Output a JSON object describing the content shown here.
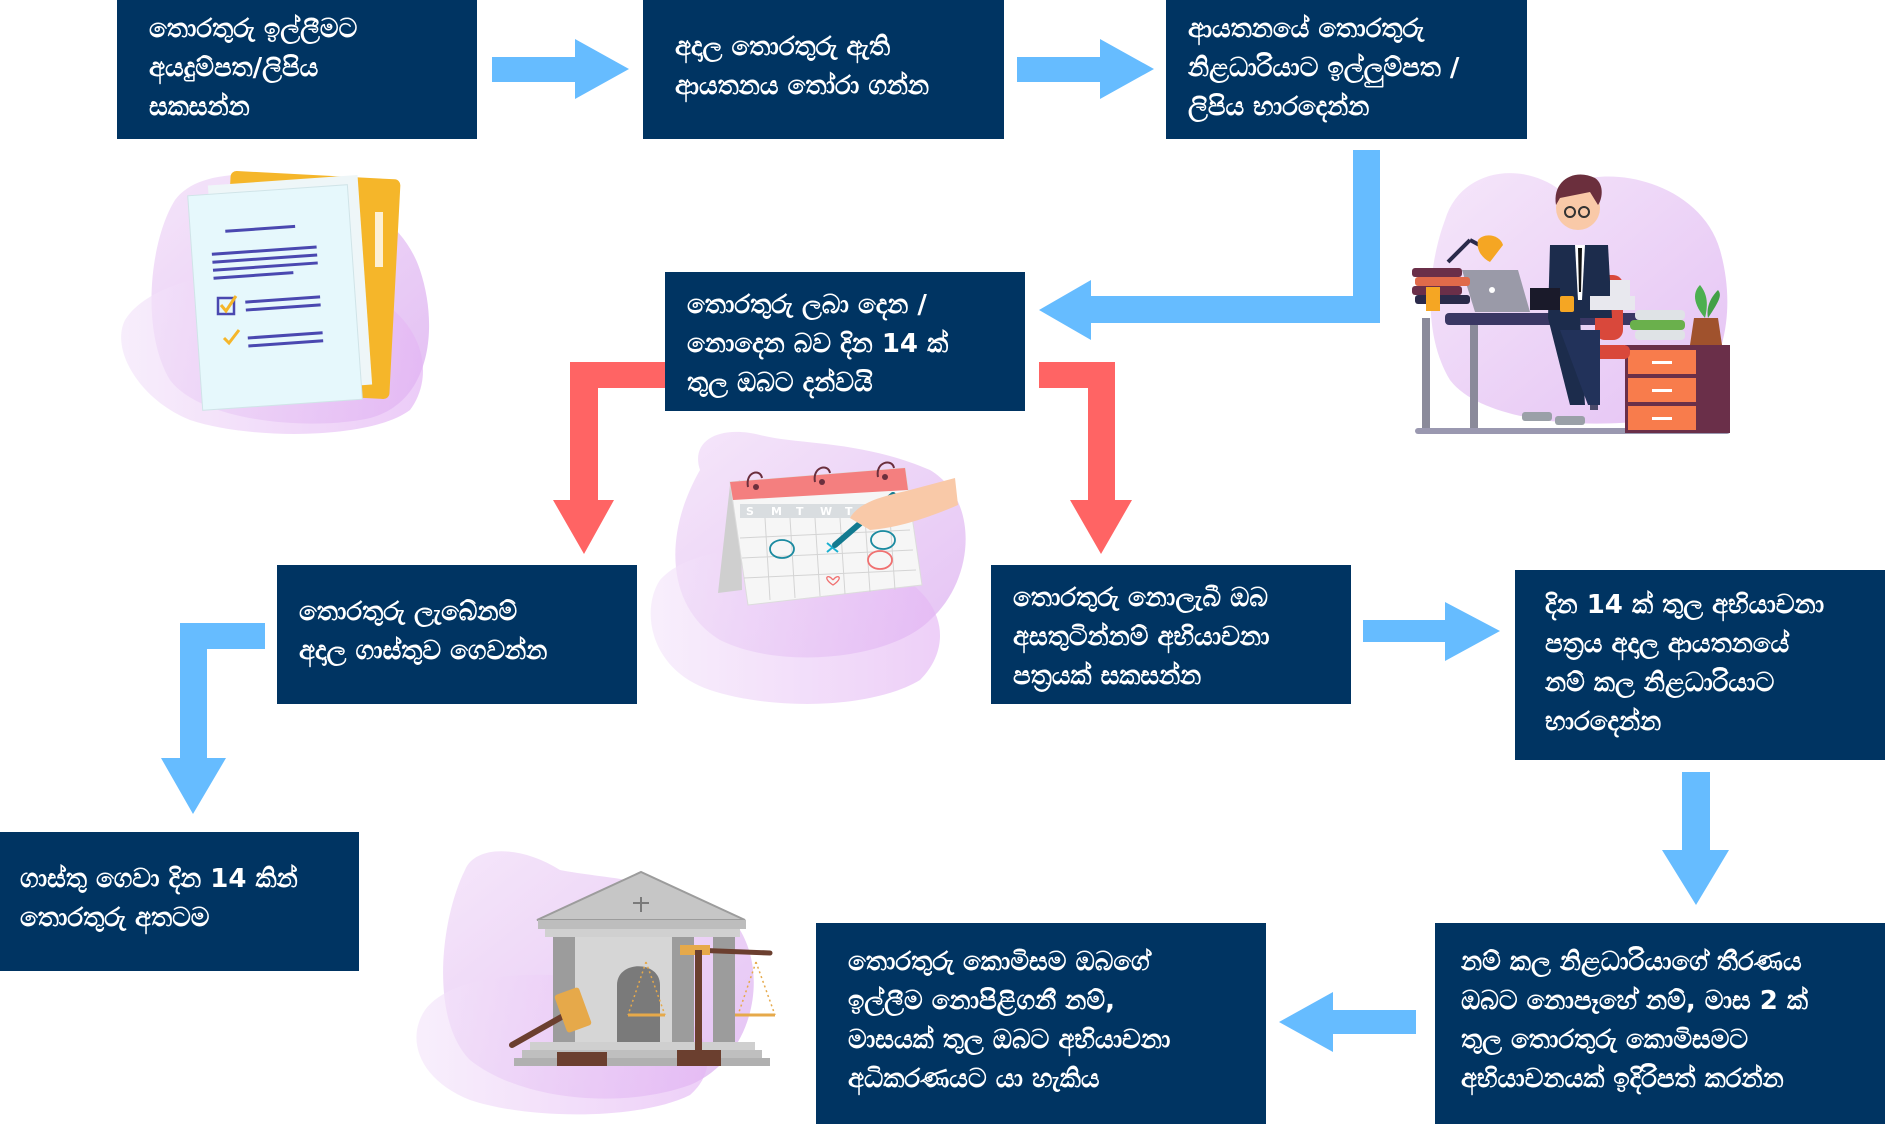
{
  "title": "Right to Information request process flowchart (Sinhala)",
  "colors": {
    "box_bg": "#003462",
    "box_text": "#ffffff",
    "arrow_blue": "#66bcff",
    "arrow_red": "#ff6464",
    "blob_purple": "#e3b8f3"
  },
  "steps": [
    {
      "id": "step-1",
      "text": "තොරතුරු ඉල්ලීමට\nඅයදුම්පත/ලිපිය\nසකසන්න"
    },
    {
      "id": "step-2",
      "text": "අදාල තොරතුරු ඇති\nආයතනය තෝරා ගන්න"
    },
    {
      "id": "step-3",
      "text": "ආයතනයේ තොරතුරු\nනිළධාරියාට ඉල්ලුම්පත /\nලිපිය භාරදෙන්න"
    },
    {
      "id": "step-4",
      "text": "තොරතුරු ලබා දෙන /\nනොදෙන බව දින 14 ක්\nතුල ඔබට දන්වයි"
    },
    {
      "id": "step-5",
      "text": "තොරතුරු ලැබේනම්\nඅදාල ගාස්තුව ගෙවන්න"
    },
    {
      "id": "step-6",
      "text": "තොරතුරු නොලැබී ඔබ\nඅසතුටින්නම් අභියාචනා\nපත්‍රයක් සකසන්න"
    },
    {
      "id": "step-7",
      "text": "දින 14 ක් තුල අභියාචනා\nපත්‍රය අදාල ආයතනයේ\nනම් කල නිළධාරියාට\nභාරදෙන්න"
    },
    {
      "id": "step-8",
      "text": "ගාස්තු ගෙවා දින 14 කින්\nතොරතුරු අතටම"
    },
    {
      "id": "step-9",
      "text": "තොරතුරු කොමිසම ඔබගේ\nඉල්ලීම නොපිළිගනී නම්,\nමාසයක් තුල ඔබට අභියාචනා\nඅධිකරණයට යා හැකිය"
    },
    {
      "id": "step-10",
      "text": "නම් කල නිළධාරියාගේ තීරණය\nඔබට නොපෑහේ නම්, මාස 2 ක්\nතුල තොරතුරු කොමිසමට\nඅභියාචනයක් ඉදිරිපත් කරන්න"
    }
  ],
  "arrows": [
    {
      "from": "step-1",
      "to": "step-2",
      "color": "blue"
    },
    {
      "from": "step-2",
      "to": "step-3",
      "color": "blue"
    },
    {
      "from": "step-3",
      "to": "step-4",
      "color": "blue"
    },
    {
      "from": "step-4",
      "to": "step-5",
      "color": "red"
    },
    {
      "from": "step-4",
      "to": "step-6",
      "color": "red"
    },
    {
      "from": "step-5",
      "to": "step-8",
      "color": "blue"
    },
    {
      "from": "step-6",
      "to": "step-7",
      "color": "blue"
    },
    {
      "from": "step-7",
      "to": "step-10",
      "color": "blue"
    },
    {
      "from": "step-10",
      "to": "step-9",
      "color": "blue"
    }
  ],
  "illustrations": {
    "documents": "folder-with-checklist-illustration",
    "officer": "officer-at-desk-illustration",
    "calendar": {
      "name": "calendar-illustration",
      "day_labels": [
        "S",
        "M",
        "T",
        "W",
        "T"
      ]
    },
    "court": "courthouse-with-gavel-and-scales-illustration"
  }
}
